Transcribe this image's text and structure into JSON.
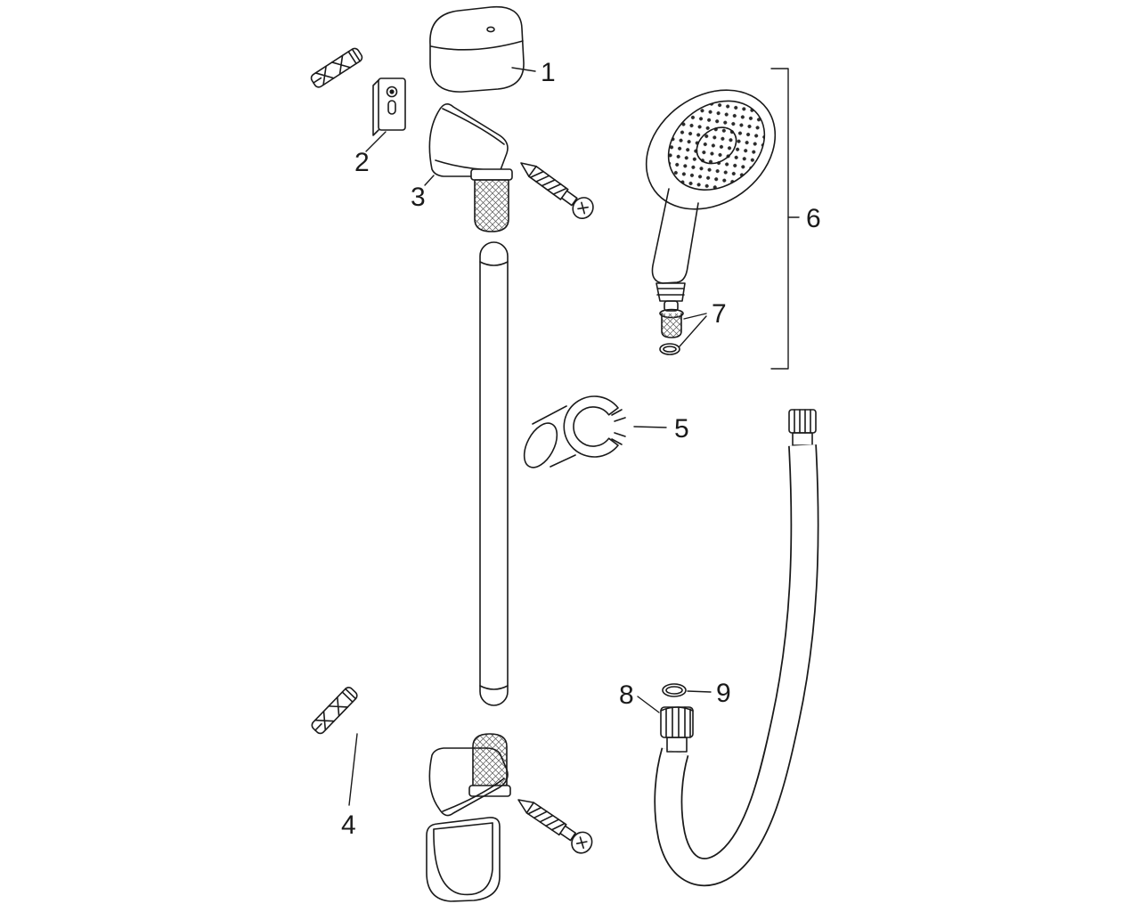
{
  "diagram": {
    "part_labels": {
      "part1": "1",
      "part2": "2",
      "part3": "3",
      "part4": "4",
      "part5": "5",
      "part6": "6",
      "part7": "7",
      "part8": "8",
      "part9": "9"
    }
  },
  "colors": {
    "line": "#1a1a1a",
    "background": "#ffffff"
  }
}
